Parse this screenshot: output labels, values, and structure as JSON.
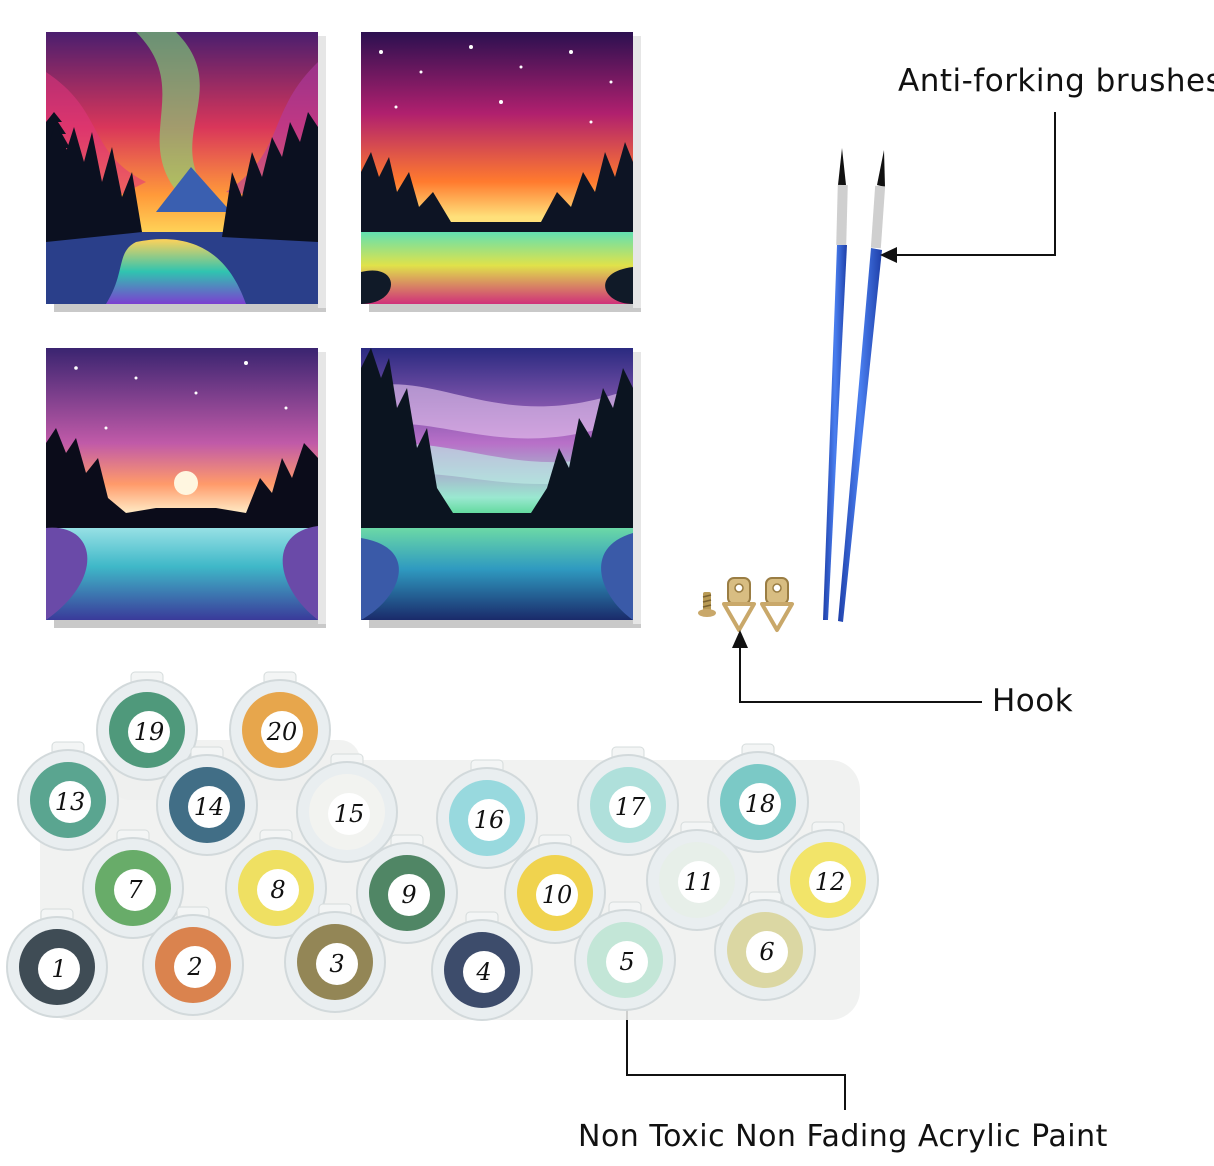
{
  "labels": {
    "brushes": "Anti-forking brushes",
    "hook": "Hook",
    "paint": "Non Toxic Non Fading Acrylic Paint"
  },
  "paint_pots": [
    {
      "number": "19",
      "color": "#3e8f6e"
    },
    {
      "number": "20",
      "color": "#e79d3a"
    },
    {
      "number": "13",
      "color": "#4a9c85"
    },
    {
      "number": "14",
      "color": "#2f5f7a"
    },
    {
      "number": "15",
      "color": "#f3f3ef"
    },
    {
      "number": "16",
      "color": "#8fd6dc"
    },
    {
      "number": "17",
      "color": "#a9ded8"
    },
    {
      "number": "18",
      "color": "#6fc4c1"
    },
    {
      "number": "7",
      "color": "#5aa45a"
    },
    {
      "number": "8",
      "color": "#f0de52"
    },
    {
      "number": "9",
      "color": "#3f7a55"
    },
    {
      "number": "10",
      "color": "#f1cf3c"
    },
    {
      "number": "11",
      "color": "#e7eee8"
    },
    {
      "number": "12",
      "color": "#f3e25a"
    },
    {
      "number": "1",
      "color": "#2c3a44"
    },
    {
      "number": "2",
      "color": "#d8773c"
    },
    {
      "number": "3",
      "color": "#8a7a45"
    },
    {
      "number": "4",
      "color": "#2a3a5c"
    },
    {
      "number": "5",
      "color": "#bfe4d4"
    },
    {
      "number": "6",
      "color": "#d9d49a"
    }
  ],
  "colors": {
    "brush_handle": "#2f5fd0",
    "ferrule": "#c9c9c9",
    "pot_rim": "#e9eef0",
    "tray": "#eef0ef",
    "hook_metal": "#c9a86a",
    "arrow": "#111111"
  },
  "icons": [
    "brush-icon",
    "hook-icon",
    "screw-icon",
    "arrow-icon"
  ]
}
